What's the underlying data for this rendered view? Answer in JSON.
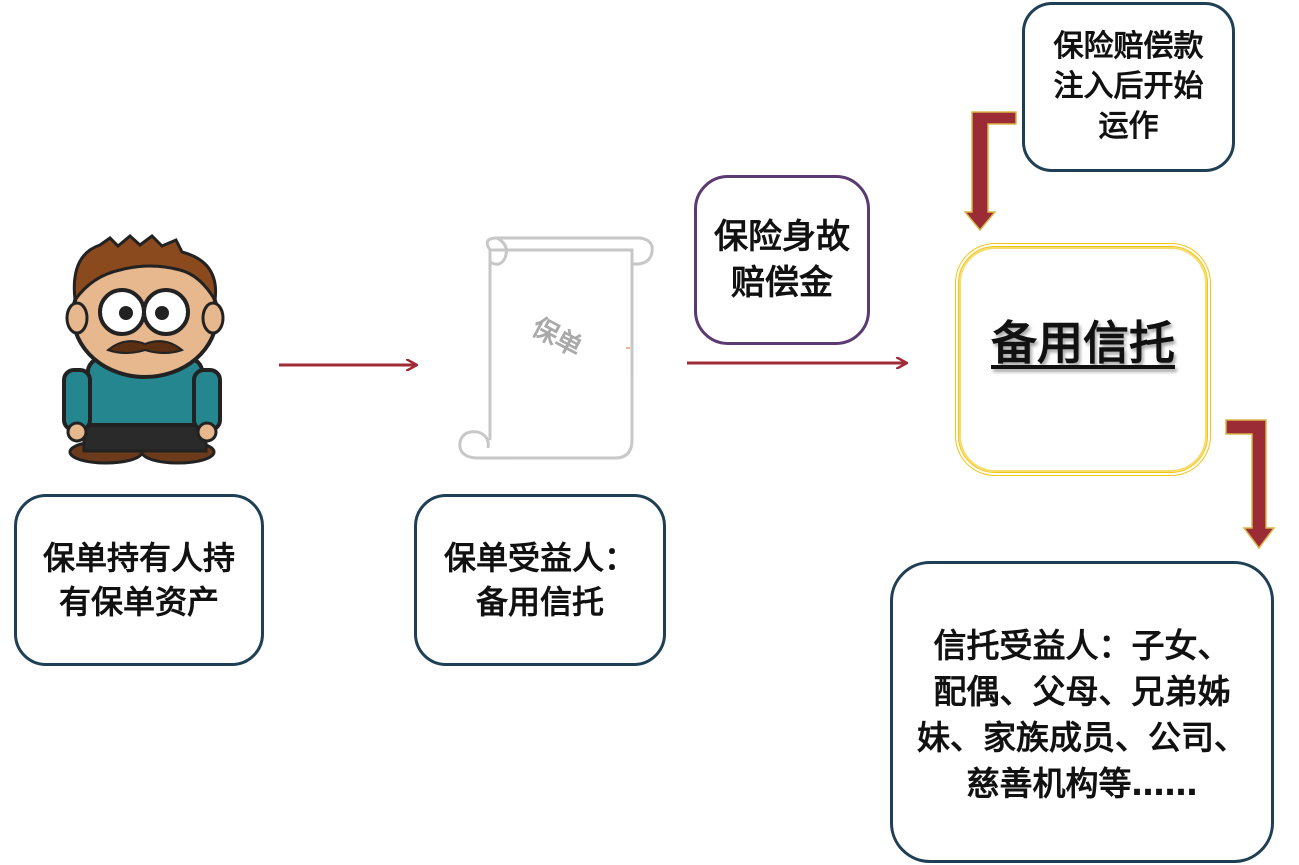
{
  "boxes": {
    "holder": [
      "保单持有人持",
      "有保单资产"
    ],
    "beneficiary": [
      "保单受益人：",
      "备用信托"
    ],
    "payout": [
      "保险身故",
      "赔偿金"
    ],
    "note": [
      "保险赔偿款",
      "注入后开始",
      "运作"
    ],
    "trust": "备用信托",
    "trust_beneficiaries": [
      "信托受益人：子女、",
      "配偶、父母、兄弟姊",
      "妹、家族成员、公司、",
      "慈善机构等……"
    ]
  },
  "policy_label": "保单",
  "colors": {
    "arrow": "#a02a38",
    "box_border": "#1f3f55",
    "payout_border": "#5a3a70",
    "trust_border": "#f1c514",
    "bent_arrow_fill": "#9b2b34",
    "bent_arrow_edge": "#d9b64a"
  }
}
